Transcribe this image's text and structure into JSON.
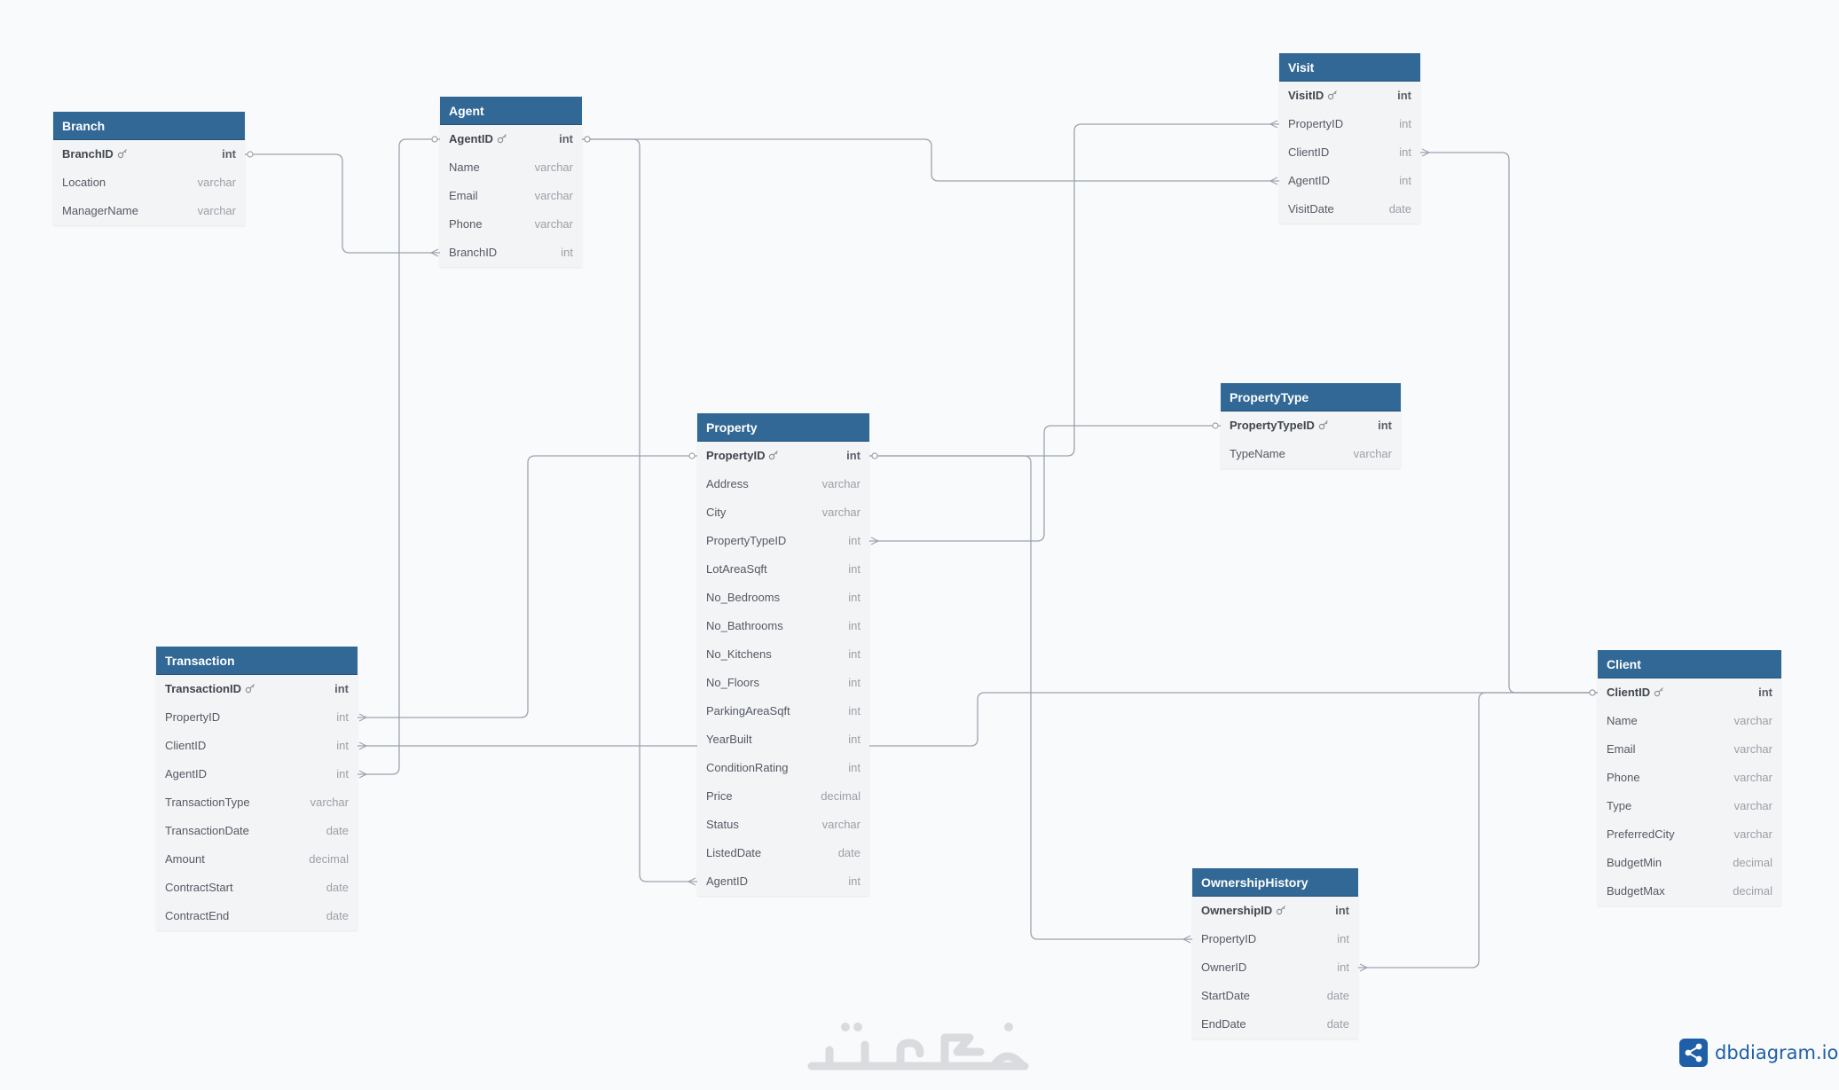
{
  "tables": [
    {
      "id": "branch",
      "name": "Branch",
      "columns": [
        {
          "name": "BranchID",
          "type": "int",
          "pk": true
        },
        {
          "name": "Location",
          "type": "varchar"
        },
        {
          "name": "ManagerName",
          "type": "varchar"
        }
      ]
    },
    {
      "id": "agent",
      "name": "Agent",
      "columns": [
        {
          "name": "AgentID",
          "type": "int",
          "pk": true
        },
        {
          "name": "Name",
          "type": "varchar"
        },
        {
          "name": "Email",
          "type": "varchar"
        },
        {
          "name": "Phone",
          "type": "varchar"
        },
        {
          "name": "BranchID",
          "type": "int"
        }
      ]
    },
    {
      "id": "visit",
      "name": "Visit",
      "columns": [
        {
          "name": "VisitID",
          "type": "int",
          "pk": true
        },
        {
          "name": "PropertyID",
          "type": "int"
        },
        {
          "name": "ClientID",
          "type": "int"
        },
        {
          "name": "AgentID",
          "type": "int"
        },
        {
          "name": "VisitDate",
          "type": "date"
        }
      ]
    },
    {
      "id": "propertytype",
      "name": "PropertyType",
      "columns": [
        {
          "name": "PropertyTypeID",
          "type": "int",
          "pk": true
        },
        {
          "name": "TypeName",
          "type": "varchar"
        }
      ]
    },
    {
      "id": "property",
      "name": "Property",
      "columns": [
        {
          "name": "PropertyID",
          "type": "int",
          "pk": true
        },
        {
          "name": "Address",
          "type": "varchar"
        },
        {
          "name": "City",
          "type": "varchar"
        },
        {
          "name": "PropertyTypeID",
          "type": "int"
        },
        {
          "name": "LotAreaSqft",
          "type": "int"
        },
        {
          "name": "No_Bedrooms",
          "type": "int"
        },
        {
          "name": "No_Bathrooms",
          "type": "int"
        },
        {
          "name": "No_Kitchens",
          "type": "int"
        },
        {
          "name": "No_Floors",
          "type": "int"
        },
        {
          "name": "ParkingAreaSqft",
          "type": "int"
        },
        {
          "name": "YearBuilt",
          "type": "int"
        },
        {
          "name": "ConditionRating",
          "type": "int"
        },
        {
          "name": "Price",
          "type": "decimal"
        },
        {
          "name": "Status",
          "type": "varchar"
        },
        {
          "name": "ListedDate",
          "type": "date"
        },
        {
          "name": "AgentID",
          "type": "int"
        }
      ]
    },
    {
      "id": "transaction",
      "name": "Transaction",
      "columns": [
        {
          "name": "TransactionID",
          "type": "int",
          "pk": true
        },
        {
          "name": "PropertyID",
          "type": "int"
        },
        {
          "name": "ClientID",
          "type": "int"
        },
        {
          "name": "AgentID",
          "type": "int"
        },
        {
          "name": "TransactionType",
          "type": "varchar"
        },
        {
          "name": "TransactionDate",
          "type": "date"
        },
        {
          "name": "Amount",
          "type": "decimal"
        },
        {
          "name": "ContractStart",
          "type": "date"
        },
        {
          "name": "ContractEnd",
          "type": "date"
        }
      ]
    },
    {
      "id": "client",
      "name": "Client",
      "columns": [
        {
          "name": "ClientID",
          "type": "int",
          "pk": true
        },
        {
          "name": "Name",
          "type": "varchar"
        },
        {
          "name": "Email",
          "type": "varchar"
        },
        {
          "name": "Phone",
          "type": "varchar"
        },
        {
          "name": "Type",
          "type": "varchar"
        },
        {
          "name": "PreferredCity",
          "type": "varchar"
        },
        {
          "name": "BudgetMin",
          "type": "decimal"
        },
        {
          "name": "BudgetMax",
          "type": "decimal"
        }
      ]
    },
    {
      "id": "ownershiphistory",
      "name": "OwnershipHistory",
      "columns": [
        {
          "name": "OwnershipID",
          "type": "int",
          "pk": true
        },
        {
          "name": "PropertyID",
          "type": "int"
        },
        {
          "name": "OwnerID",
          "type": "int"
        },
        {
          "name": "StartDate",
          "type": "date"
        },
        {
          "name": "EndDate",
          "type": "date"
        }
      ]
    }
  ],
  "relationships": [
    {
      "from": "branch.BranchID",
      "to": "agent.BranchID",
      "cardinality": "one-to-many"
    },
    {
      "from": "agent.AgentID",
      "to": "visit.AgentID",
      "cardinality": "one-to-many"
    },
    {
      "from": "agent.AgentID",
      "to": "property.AgentID",
      "cardinality": "one-to-many"
    },
    {
      "from": "agent.AgentID",
      "to": "transaction.AgentID",
      "cardinality": "one-to-many"
    },
    {
      "from": "property.PropertyID",
      "to": "visit.PropertyID",
      "cardinality": "one-to-many"
    },
    {
      "from": "property.PropertyID",
      "to": "transaction.PropertyID",
      "cardinality": "one-to-many"
    },
    {
      "from": "property.PropertyID",
      "to": "ownershiphistory.PropertyID",
      "cardinality": "one-to-many"
    },
    {
      "from": "propertytype.PropertyTypeID",
      "to": "property.PropertyTypeID",
      "cardinality": "one-to-many"
    },
    {
      "from": "client.ClientID",
      "to": "visit.ClientID",
      "cardinality": "one-to-many"
    },
    {
      "from": "client.ClientID",
      "to": "transaction.ClientID",
      "cardinality": "one-to-many"
    },
    {
      "from": "client.ClientID",
      "to": "ownershiphistory.OwnerID",
      "cardinality": "one-to-many"
    }
  ],
  "watermark": "خمسات",
  "brand": {
    "name": "dbdiagram.io",
    "icon": "share-icon"
  },
  "colors": {
    "header": "#316896",
    "body": "#f3f4f6",
    "line": "#9ca3af",
    "background": "#f9fafb",
    "brand": "#1f5fa8"
  }
}
